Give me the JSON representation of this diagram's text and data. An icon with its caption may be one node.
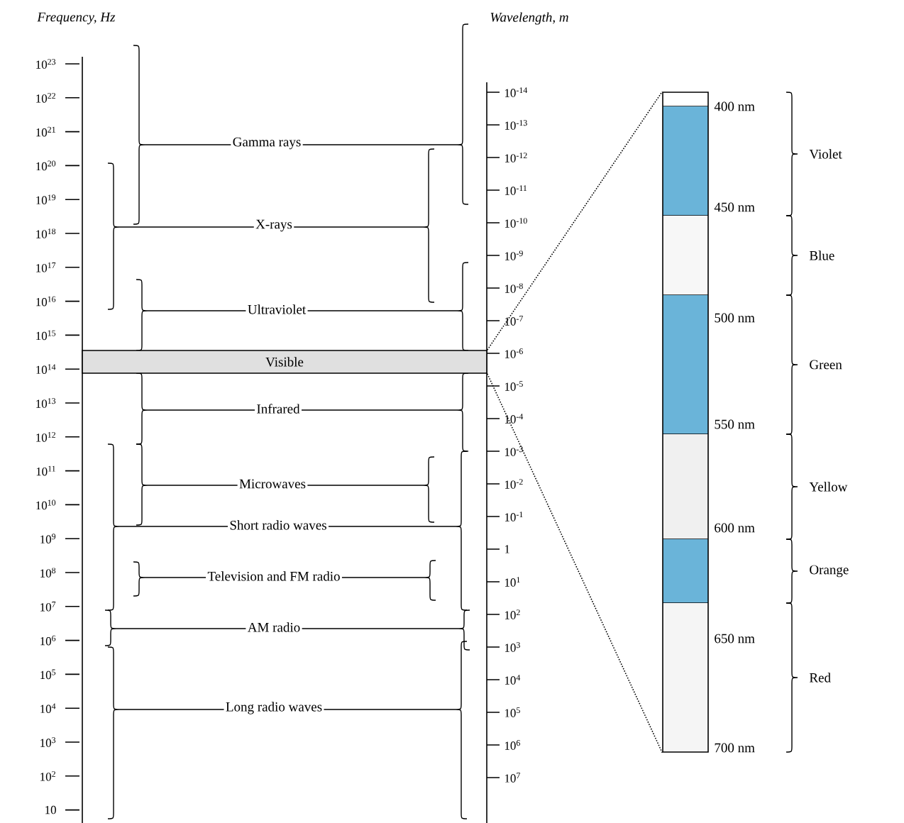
{
  "diagram": {
    "nodes": [
      {
        "text": [
          "Visible"
        ]
      },
      {
        "text": [],
        "shape": "bar",
        "beside": [
          "400 nm",
          "450 nm",
          "500 nm",
          "550 nm",
          "600 nm",
          "650 nm",
          "700 nm"
        ]
      }
    ],
    "edges": [
      {
        "from": 0,
        "to": 1,
        "arrow": "none",
        "style": "dashed"
      },
      {
        "from": 0,
        "to": 1,
        "arrow": "none",
        "style": "dashed"
      }
    ],
    "labels": [
      "Frequency, Hz",
      "Wavelength, m",
      "10$^{23}$",
      "10$^{22}$",
      "10$^{21}$",
      "10$^{20}$",
      "10$^{19}$",
      "10$^{18}$",
      "10$^{17}$",
      "10$^{16}$",
      "10$^{15}$",
      "10$^{14}$",
      "10$^{13}$",
      "10$^{12}$",
      "10$^{11}$",
      "10$^{10}$",
      "10$^{9}$",
      "10$^{8}$",
      "10$^{7}$",
      "10$^{6}$",
      "10$^{5}$",
      "10$^{4}$",
      "10$^{3}$",
      "10$^{2}$",
      "10",
      "10$^{-14}$",
      "10$^{-13}$",
      "10$^{-12}$",
      "10$^{-11}$",
      "10$^{-10}$",
      "10$^{-9}$",
      "10$^{-8}$",
      "10$^{-7}$",
      "10$^{-6}$",
      "10$^{-5}$",
      "10$^{-4}$",
      "10$^{-3}$",
      "10$^{-2}$",
      "10$^{-1}$",
      "1",
      "10$^{1}$",
      "10$^{2}$",
      "10$^{3}$",
      "10$^{4}$",
      "10$^{5}$",
      "10$^{6}$",
      "10$^{7}$",
      "Gamma rays",
      "X-rays",
      "Ultraviolet",
      "Infrared",
      "Microwaves",
      "Short radio waves",
      "Television and FM radio",
      "AM radio",
      "Long radio waves",
      "Violet",
      "Blue",
      "Green",
      "Yellow",
      "Orange",
      "Red"
    ]
  }
}
